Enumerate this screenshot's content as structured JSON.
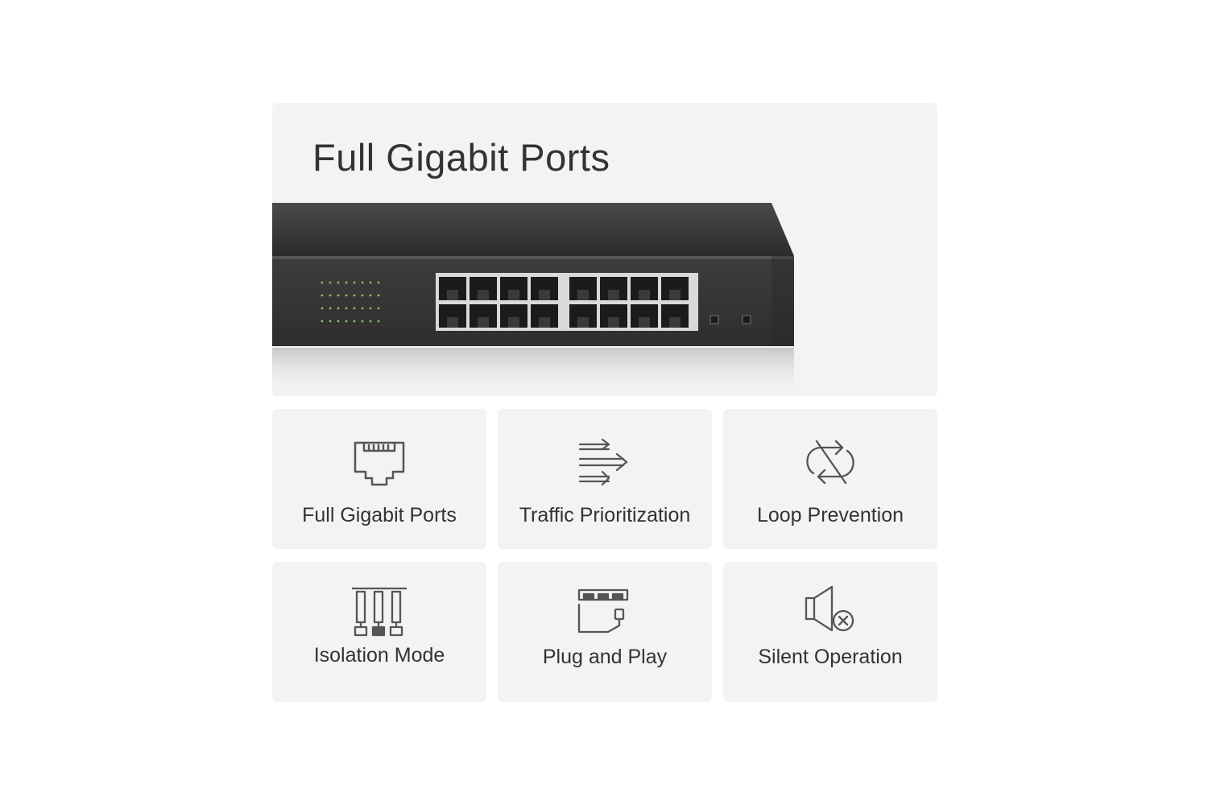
{
  "hero": {
    "title": "Full Gigabit Ports",
    "image": "16-port-gigabit-switch-front-panel"
  },
  "features": [
    {
      "label": "Full Gigabit Ports",
      "icon": "ethernet-port-icon"
    },
    {
      "label": "Traffic Prioritization",
      "icon": "traffic-arrows-icon"
    },
    {
      "label": "Loop Prevention",
      "icon": "loop-prevention-icon"
    },
    {
      "label": "Isolation Mode",
      "icon": "isolation-icon"
    },
    {
      "label": "Plug and Play",
      "icon": "plug-and-play-icon"
    },
    {
      "label": "Silent Operation",
      "icon": "silent-speaker-icon"
    }
  ],
  "colors": {
    "panel": "#f3f3f3",
    "text": "#333333",
    "icon_stroke": "#555555",
    "device": "#3a3a3a"
  }
}
